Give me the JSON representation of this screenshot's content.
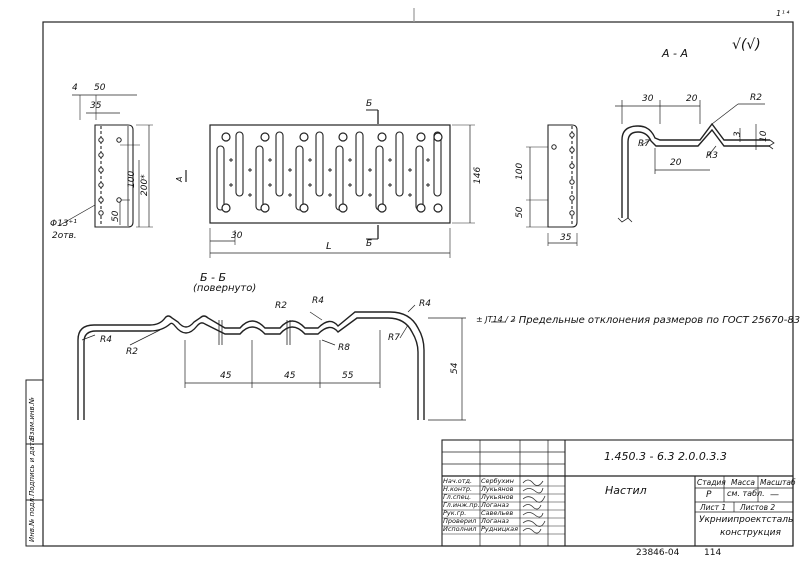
{
  "sheet": {
    "page_mark": "1¹⁴",
    "section_aa_label": "A - A",
    "roughness_mark": "√(√)",
    "stamp_number": "23846-04",
    "stamp_page": "114"
  },
  "plan_view": {
    "dim_30": "30",
    "dim_L": "L",
    "dim_146": "146",
    "cut_label_top": "Б",
    "cut_label_bottom": "Б",
    "side_mark": "А"
  },
  "left_end_view": {
    "dim_4": "4",
    "dim_50": "50",
    "dim_35": "35",
    "dim_100": "100",
    "dim_200": "200*",
    "dim_50_low": "50",
    "hole_note": "Φ13⁺¹",
    "hole_note_2": "2отв."
  },
  "right_end_view": {
    "dim_100": "100",
    "dim_50": "50",
    "dim_35": "35"
  },
  "section_aa": {
    "dim_30": "30",
    "dim_20": "20",
    "dim_R2": "R2",
    "dim_3": "3",
    "dim_10": "10",
    "dim_R7": "R7",
    "dim_20_low": "20",
    "dim_R3": "R3"
  },
  "section_bb": {
    "title": "Б - Б",
    "subtitle": "(повернуто)",
    "dim_R2": "R2",
    "dim_R4_top": "R4",
    "dim_R4_right": "R4",
    "dim_R4_left": "R4",
    "dim_R2_left": "R2",
    "dim_R8": "R8",
    "dim_R7": "R7",
    "dim_45_a": "45",
    "dim_45_b": "45",
    "dim_55": "55",
    "dim_54": "54"
  },
  "tolerance_note": {
    "prefix": "± JT14 / 2",
    "text": "- Предельные отклонения размеров по ГОСТ 25670-83"
  },
  "side_stamp": {
    "col1": "Инв.№ подл.",
    "col2": "Подпись и дата",
    "col3": "Взам.инв.№"
  },
  "title_block": {
    "doc_code": "1.450.3 - 6.3  2.0.0.3.3",
    "item_name": "Настил",
    "head_stage": "Стадия",
    "head_mass": "Масса",
    "head_scale": "Масштаб",
    "stage_value": "Р",
    "mass_value": "см. табл.",
    "scale_value": "—",
    "sheet_label": "Лист 1",
    "sheets_label": "Листов 2",
    "org_line1": "Укрниипроектсталь",
    "org_line2": "конструкция",
    "roles": [
      {
        "role": "Нач.отд.",
        "name": "Сербухин"
      },
      {
        "role": "Н.контр.",
        "name": "Лукьянов"
      },
      {
        "role": "Гл.спец.",
        "name": "Лукьянов"
      },
      {
        "role": "Гл.инж.пр.",
        "name": "Логаназ"
      },
      {
        "role": "Рук.гр.",
        "name": "Савельев"
      },
      {
        "role": "Проверил",
        "name": "Логаназ"
      },
      {
        "role": "Исполнил",
        "name": "Рудницкая"
      }
    ]
  }
}
